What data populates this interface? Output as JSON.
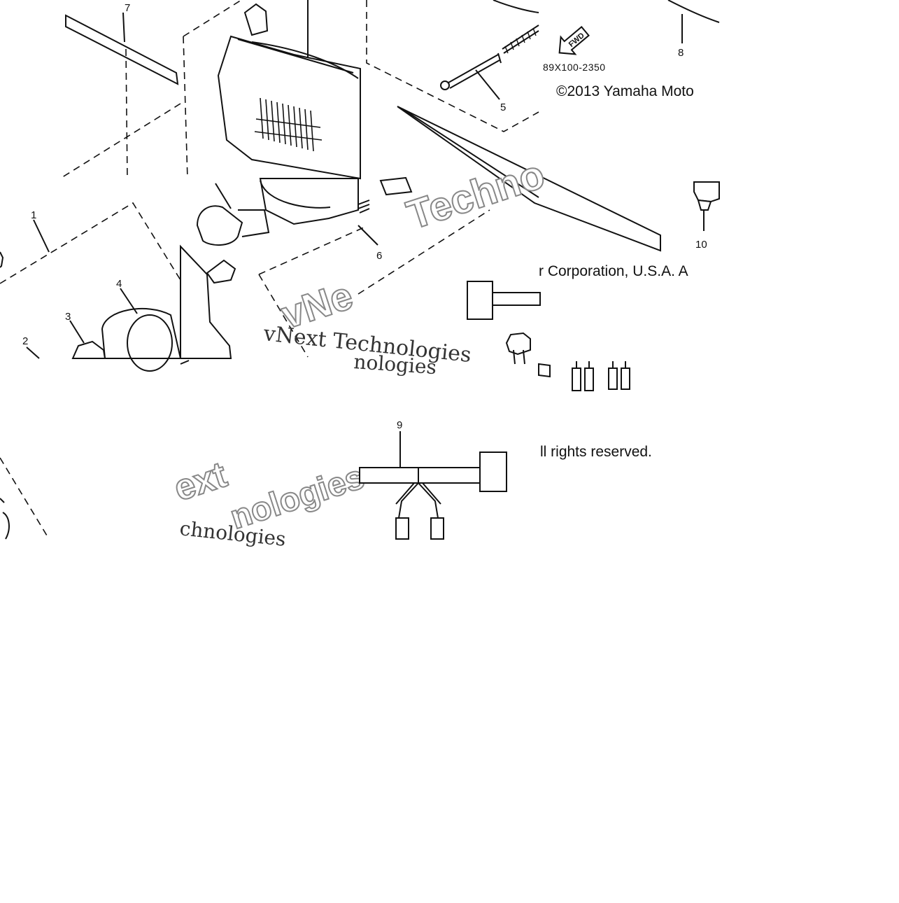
{
  "diagram": {
    "part_callouts": [
      "1",
      "2",
      "3",
      "4",
      "5",
      "6",
      "7",
      "8",
      "9",
      "10"
    ],
    "diagram_code": "89X100-2350",
    "fwd_label": "FWD",
    "copyright_line_1": "©2013 Yamaha Moto",
    "copyright_line_2": "r Corporation, U.S.A. A",
    "copyright_line_3": "ll rights reserved.",
    "watermarks": [
      "vNext Technologies",
      "Techno",
      "vNe",
      "nologies",
      "ext",
      "chnologies",
      "nologies"
    ],
    "colors": {
      "line": "#111111",
      "background": "#ffffff",
      "watermark_fill": "#ffffff"
    }
  }
}
